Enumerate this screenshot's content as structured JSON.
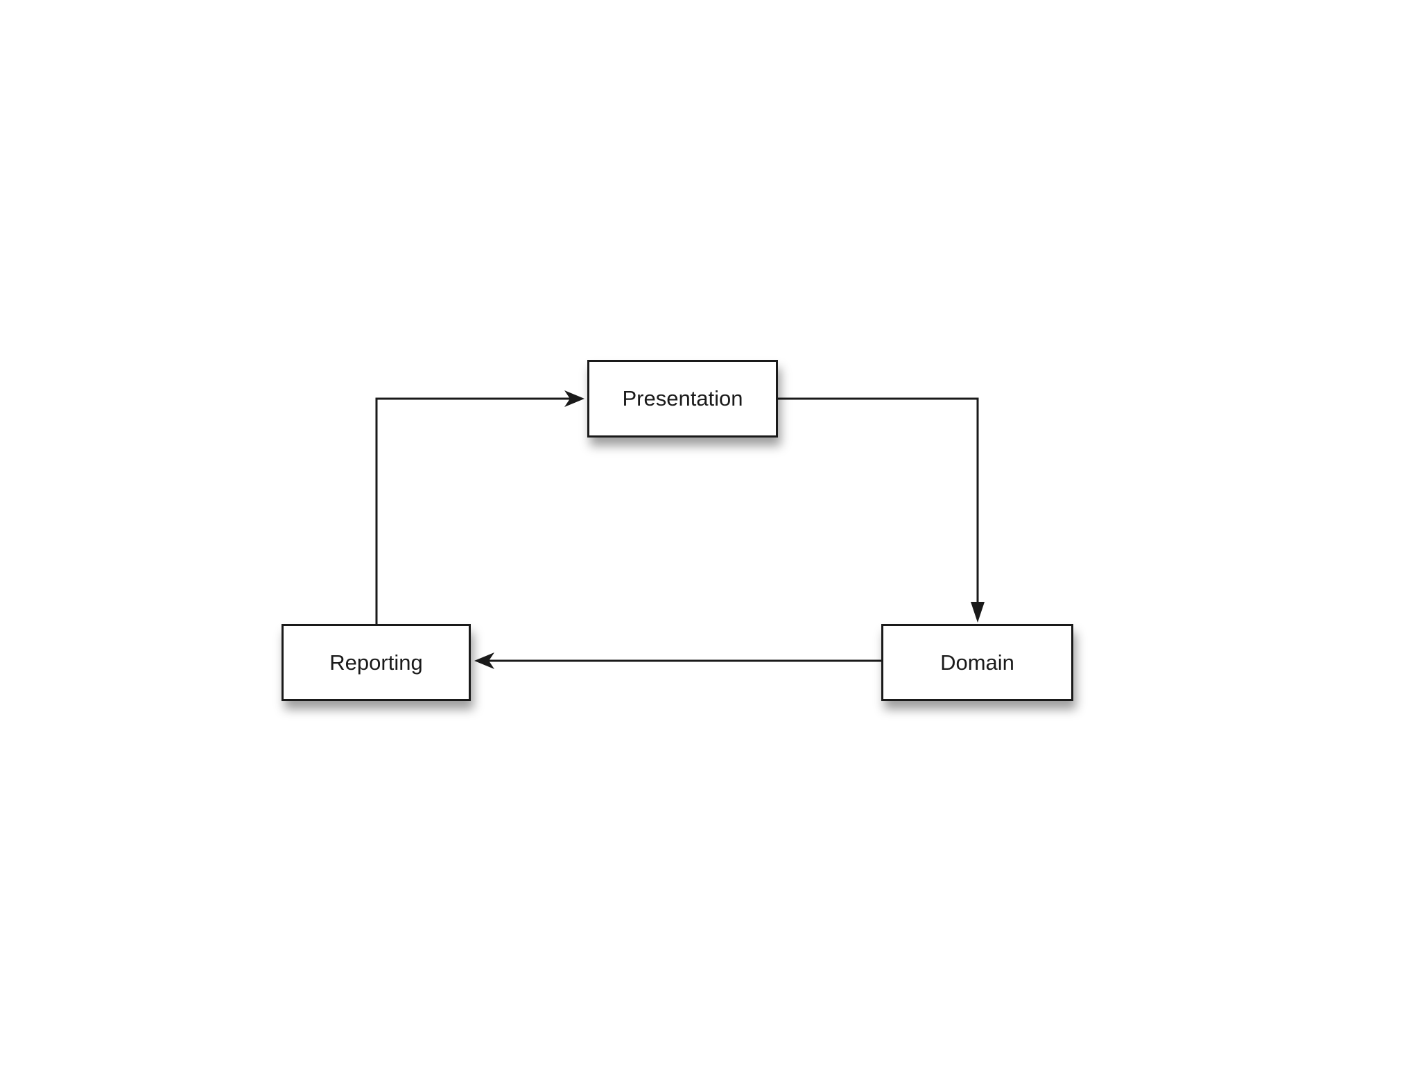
{
  "diagram": {
    "nodes": {
      "presentation": {
        "label": "Presentation"
      },
      "reporting": {
        "label": "Reporting"
      },
      "domain": {
        "label": "Domain"
      }
    },
    "edges": [
      {
        "from": "reporting",
        "to": "presentation"
      },
      {
        "from": "presentation",
        "to": "domain"
      },
      {
        "from": "domain",
        "to": "reporting"
      }
    ],
    "colors": {
      "stroke": "#1a1a1a",
      "fill": "#ffffff"
    }
  }
}
